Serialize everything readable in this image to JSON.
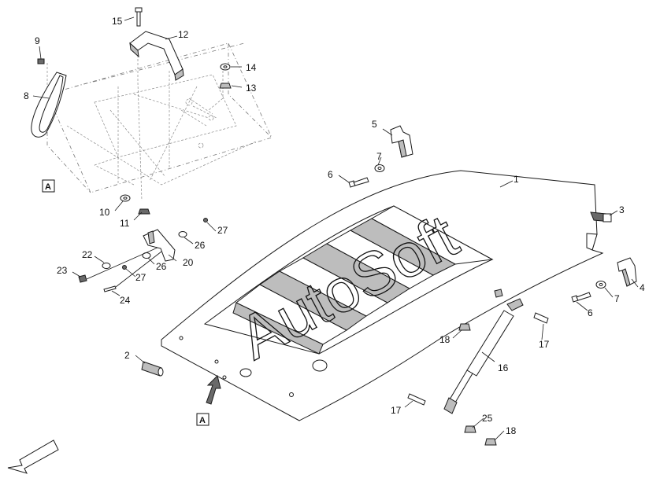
{
  "diagram": {
    "watermark": "AutoSoft",
    "view_marker": "A",
    "callouts": [
      "1",
      "2",
      "3",
      "4",
      "5",
      "6",
      "6",
      "7",
      "7",
      "8",
      "9",
      "10",
      "11",
      "12",
      "13",
      "14",
      "15",
      "16",
      "17",
      "17",
      "18",
      "18",
      "20",
      "22",
      "23",
      "24",
      "25",
      "26",
      "26",
      "27",
      "27"
    ]
  }
}
